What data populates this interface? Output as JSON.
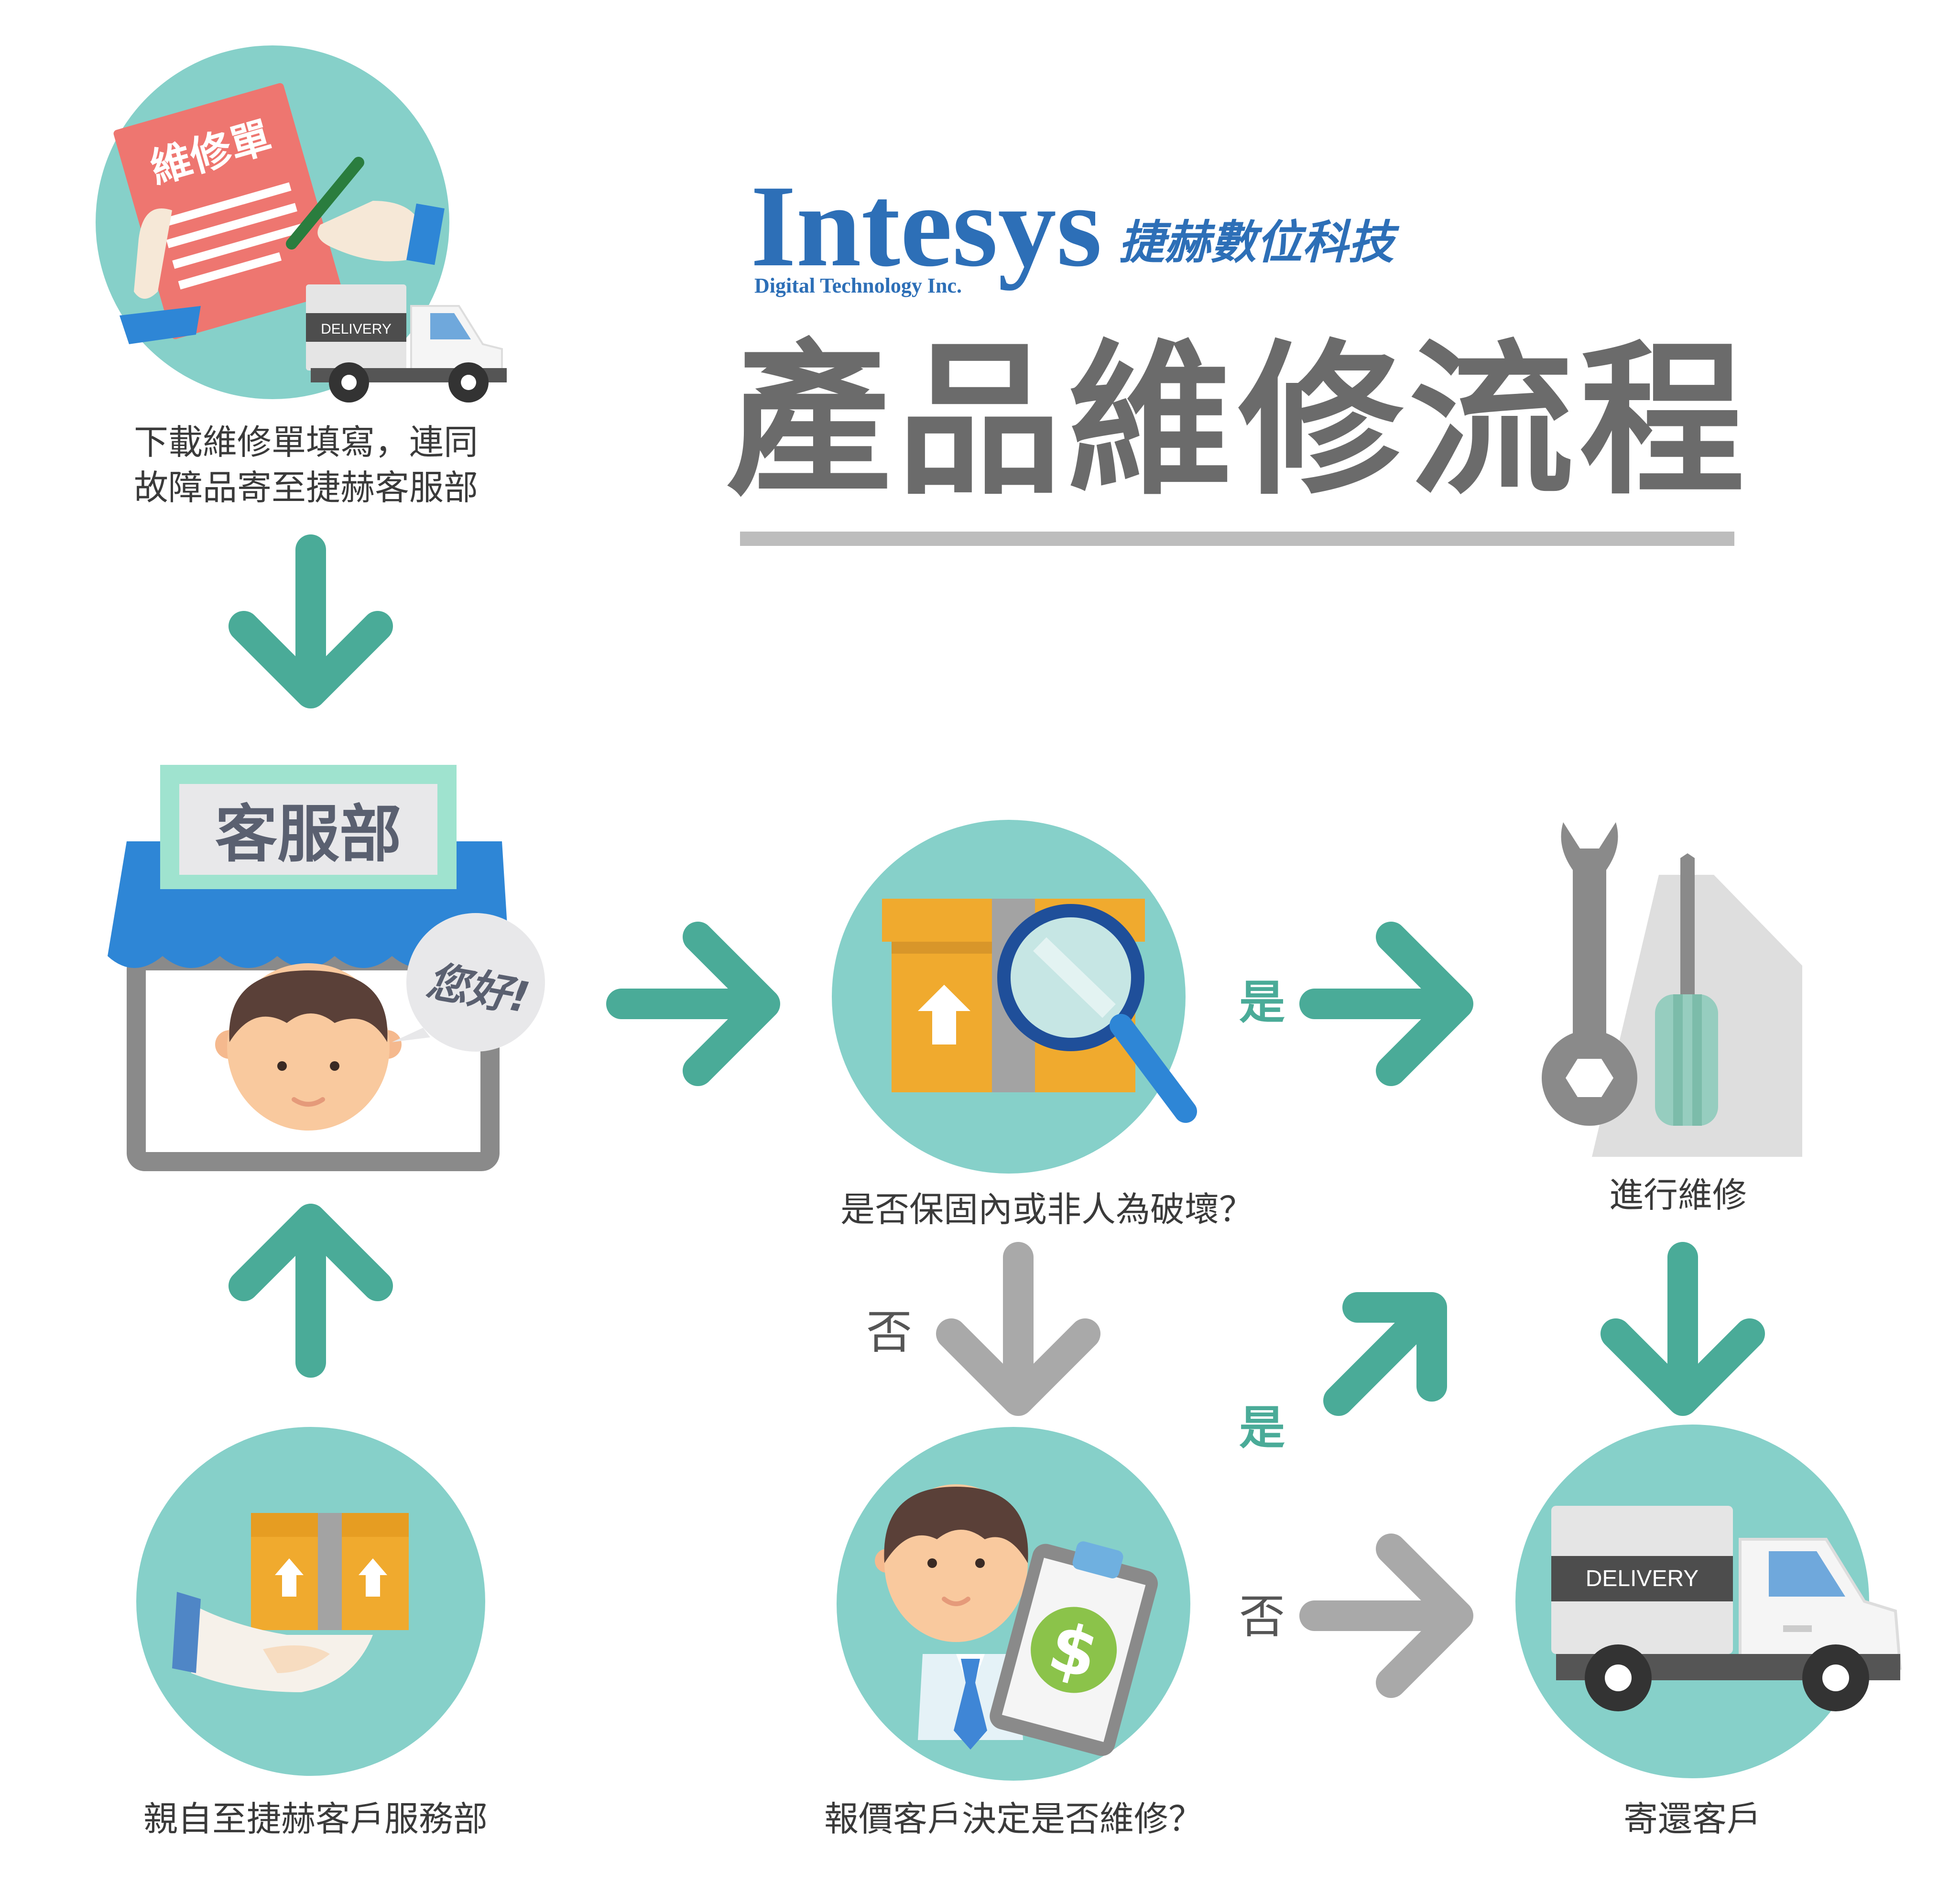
{
  "header": {
    "brand_en": "Intesys",
    "brand_zh": "捷赫數位科技",
    "brand_sub": "Digital Technology Inc.",
    "title": "產品維修流程"
  },
  "steps": {
    "download_form": {
      "line1": "下載維修單填寫，連同",
      "line2": "故障品寄至捷赫客服部",
      "form_text": "維修單",
      "truck_text": "DELIVERY"
    },
    "service_desk": {
      "sign": "客服部",
      "greeting": "您好!"
    },
    "visit_in_person": {
      "label": "親自至捷赫客戶服務部"
    },
    "check_warranty": {
      "label": "是否保固內或非人為破壞？"
    },
    "repair": {
      "label": "進行維修"
    },
    "quote": {
      "label": "報價客戶決定是否維修？"
    },
    "return": {
      "label": "寄還客戶",
      "truck_text": "DELIVERY"
    }
  },
  "choices": {
    "yes": "是",
    "no": "否"
  },
  "colors": {
    "circle": "#86d0c9",
    "arrow_green": "#4aab98",
    "arrow_gray": "#a9a9a9",
    "brand_blue": "#2d6fb7",
    "title_gray": "#6b6b6b",
    "rule_gray": "#bdbdbd",
    "awning_blue": "#2e86d6",
    "box_orange": "#f0aa2e",
    "form_red": "#ee7670"
  },
  "icons": [
    "repair-form-icon",
    "delivery-truck-icon",
    "storefront-icon",
    "customer-avatar-icon",
    "speech-bubble-icon",
    "package-hand-icon",
    "magnifier-box-icon",
    "wrench-icon",
    "screwdriver-icon",
    "price-clipboard-icon",
    "dollar-icon"
  ]
}
